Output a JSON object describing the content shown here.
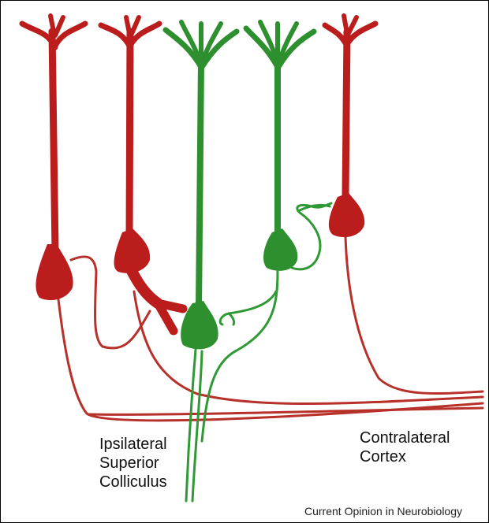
{
  "labels": {
    "ipsilateral": [
      "Ipsilateral",
      "Superior",
      "Colliculus"
    ],
    "contralateral": [
      "Contralateral",
      "Cortex"
    ],
    "credit": "Current Opinion in Neurobiology"
  },
  "colors": {
    "red_neuron": "#bb1d1d",
    "green_neuron": "#2e8f2e",
    "red_axon": "#b8302a",
    "green_axon": "#2f9a35"
  }
}
